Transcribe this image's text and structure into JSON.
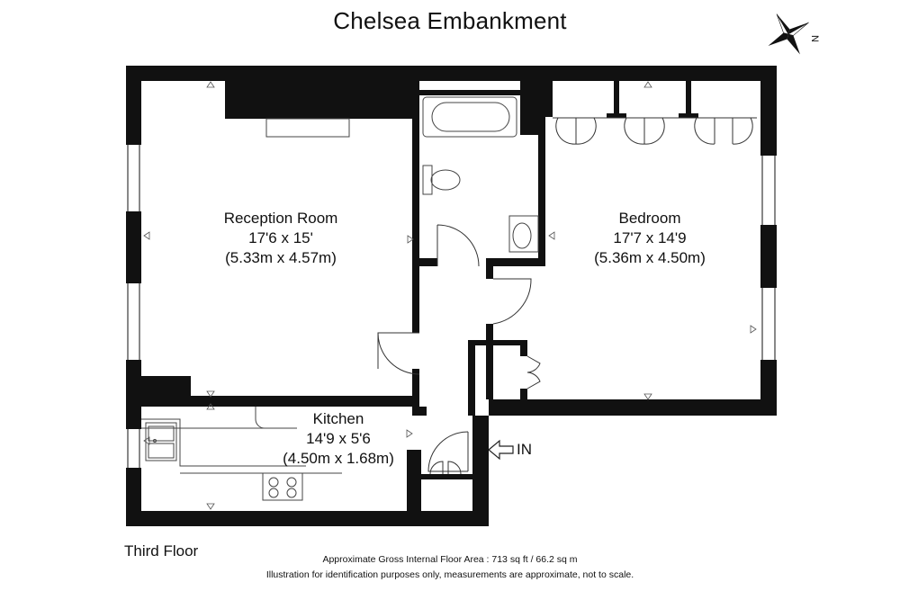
{
  "title": "Chelsea Embankment",
  "floor_name": "Third Floor",
  "rooms": {
    "reception": {
      "name": "Reception Room",
      "dimensions_imperial": "17'6 x 15'",
      "dimensions_metric": "(5.33m x 4.57m)"
    },
    "bedroom": {
      "name": "Bedroom",
      "dimensions_imperial": "17'7 x 14'9",
      "dimensions_metric": "(5.36m x 4.50m)"
    },
    "kitchen": {
      "name": "Kitchen",
      "dimensions_imperial": "14'9 x 5'6",
      "dimensions_metric": "(4.50m x 1.68m)"
    }
  },
  "entrance_label": "IN",
  "compass_label": "N",
  "floor_area_note": "Approximate Gross Internal Floor Area : 713 sq ft / 66.2 sq m",
  "disclaimer": "Illustration for identification purposes only, measurements are approximate, not to scale.",
  "colors": {
    "wall": "#111111",
    "background": "#ffffff",
    "fixture_line": "#444444"
  },
  "icons": [
    "compass-icon",
    "bathtub-icon",
    "toilet-icon",
    "basin-icon",
    "sink-icon",
    "hob-icon",
    "wardrobe-icon",
    "entrance-arrow-icon"
  ]
}
